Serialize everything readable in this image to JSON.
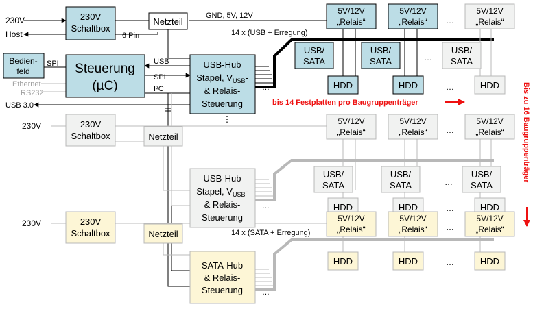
{
  "colors": {
    "blue_fill": "#bcdde6",
    "gray_fill": "#f1f2f1",
    "yellow_fill": "#fdf6d6",
    "box_stroke_dark": "#000000",
    "box_stroke_light": "#b8b8b8",
    "annotation_red": "#ee1111",
    "dim_text": "#a0a0a0"
  },
  "external": {
    "power_in_label": "230V",
    "host_label": "Host",
    "six_pin_label": "6 Pin",
    "bus_label": "GND, 5V, 12V",
    "usb_bus_label": "14 x (USB + Erregung)",
    "usb_label": "USB",
    "spi_top_label": "SPI",
    "spi_left_label": "SPI",
    "i2c_label": "I²C",
    "ethernet_label": "Ethernet",
    "rs232_label": "RS232",
    "usb3_label": "USB 3.0",
    "sata_bus_label": "14 x (SATA + Erregung)",
    "dots": "…",
    "vdots": "⋮"
  },
  "row1": {
    "schaltbox": [
      "230V",
      "Schaltbox"
    ],
    "netzteil": "Netzteil",
    "bedienfeld": [
      "Bedien-",
      "feld"
    ],
    "steuerung": [
      "Steuerung",
      "(µC)"
    ],
    "hub": [
      "USB-Hub",
      "Stapel, V",
      "USB",
      "-",
      "& Relais-",
      "Steuerung"
    ],
    "relais": [
      "5V/12V",
      "„Relais“"
    ],
    "usbsata": [
      "USB/",
      "SATA"
    ],
    "hdd": "HDD"
  },
  "row2": {
    "power_in_label": "230V",
    "schaltbox": [
      "230V",
      "Schaltbox"
    ],
    "netzteil": "Netzteil",
    "hub": [
      "USB-Hub",
      "Stapel, V",
      "USB",
      "-",
      "& Relais-",
      "Steuerung"
    ],
    "relais": [
      "5V/12V",
      "„Relais“"
    ],
    "usbsata": [
      "USB/",
      "SATA"
    ],
    "hdd": "HDD"
  },
  "row3": {
    "power_in_label": "230V",
    "schaltbox": [
      "230V",
      "Schaltbox"
    ],
    "netzteil": "Netzteil",
    "hub": [
      "SATA-Hub",
      "& Relais-",
      "Steuerung"
    ],
    "relais": [
      "5V/12V",
      "„Relais“"
    ],
    "hdd": "HDD"
  },
  "annotations": {
    "per_carrier": "bis 14 Festplatten pro Baugruppenträger",
    "carriers": "Bis zu 16 Baugruppenträger"
  }
}
